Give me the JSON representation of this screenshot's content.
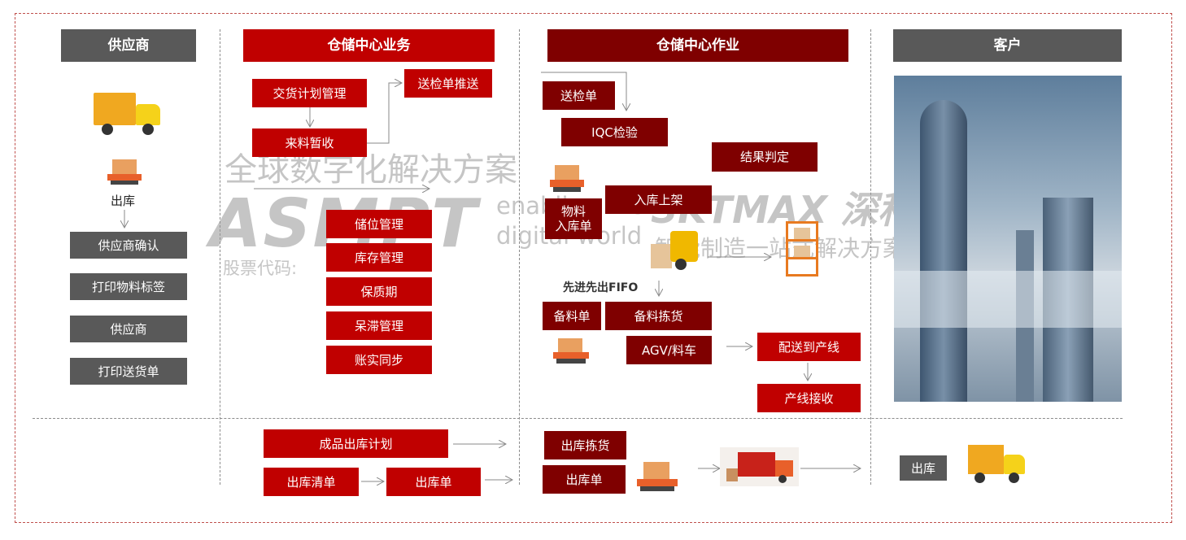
{
  "headers": {
    "supplier": "供应商",
    "wh_business": "仓储中心业务",
    "wh_operation": "仓储中心作业",
    "customer": "客户"
  },
  "supplier": {
    "outbound": "出库",
    "steps": [
      "供应商确认",
      "打印物料标签",
      "供应商",
      "打印送货单"
    ]
  },
  "business": {
    "delivery_plan": "交货计划管理",
    "inspection_push": "送检单推送",
    "temp_receive": "来料暂收",
    "functions": [
      "储位管理",
      "库存管理",
      "保质期",
      "呆滞管理",
      "账实同步"
    ]
  },
  "operation": {
    "inspection_order": "送检单",
    "iqc": "IQC检验",
    "result": "结果判定",
    "inbound_order": "物料\n入库单",
    "shelving": "入库上架",
    "fifo": "先进先出FIFO",
    "prep_order": "备料单",
    "picking": "备料拣货",
    "agv": "AGV/料车",
    "deliver_line": "配送到产线",
    "line_receive": "产线接收"
  },
  "bottom": {
    "fg_plan": "成品出库计划",
    "out_list": "出库清单",
    "out_order": "出库单",
    "out_picking": "出库拣货",
    "out_order2": "出库单",
    "customer_out": "出库"
  },
  "watermark": {
    "slogan": "全球数字化解决方案",
    "brand": "ASMPT",
    "tag1": "enabling the",
    "tag2": "digital world",
    "stock": "股票代码:",
    "brand2": "SKTMAX 深科技",
    "slogan2": "智能制造一站式解决方案"
  },
  "colors": {
    "red": "#c00000",
    "dark_red": "#7f0000",
    "gray": "#595959"
  }
}
